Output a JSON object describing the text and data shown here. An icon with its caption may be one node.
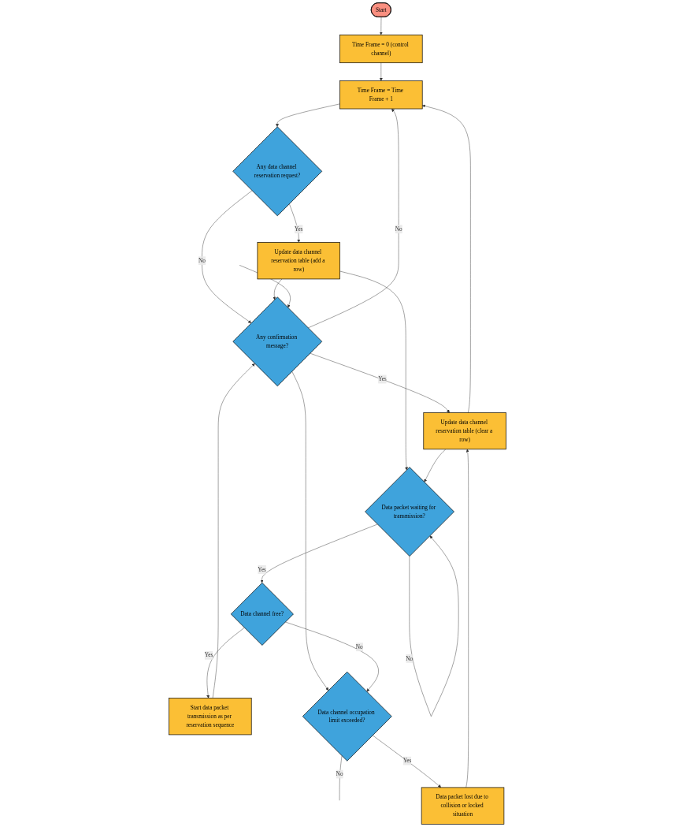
{
  "diagram": {
    "nodes": [
      {
        "text": [
          "Start"
        ]
      },
      {
        "text": [
          "Time Frame = 0 (control channel)"
        ]
      },
      {
        "text": [
          "Time Frame = Time Frame + 1"
        ]
      },
      {
        "text": [
          "Any data channel reservation request?"
        ]
      },
      {
        "text": [
          "Update data channel reservation table (add a row)"
        ]
      },
      {
        "text": [
          "Any confirmation message?"
        ]
      },
      {
        "text": [
          "Update data channel reservation table (clear a row)"
        ]
      },
      {
        "text": [
          "Data packet waiting for transmission?"
        ]
      },
      {
        "text": [
          "Data channel free?"
        ]
      },
      {
        "text": [
          "Start data packet transmission as per reservation sequence"
        ]
      },
      {
        "text": [
          "Data channel occupation limit exceeded?"
        ]
      },
      {
        "text": [
          "Data packet lost due to collision or locked situation"
        ]
      }
    ],
    "edges": [
      {
        "from": 0,
        "to": 1,
        "arrow": "to"
      },
      {
        "from": 1,
        "to": 2,
        "arrow": "to"
      },
      {
        "from": 2,
        "to": 3,
        "arrow": "to"
      },
      {
        "from": 3,
        "to": 4,
        "arrow": "to",
        "label": "Yes"
      },
      {
        "from": 3,
        "to": 5,
        "arrow": "to",
        "label": "No"
      },
      {
        "from": 4,
        "to": 5,
        "arrow": "to"
      },
      {
        "from": 4,
        "to": 7,
        "arrow": "to"
      },
      {
        "from": 5,
        "to": 6,
        "arrow": "to",
        "label": "Yes"
      },
      {
        "from": 5,
        "to": 2,
        "arrow": "to",
        "label": "No"
      },
      {
        "from": 5,
        "to": 10,
        "arrow": "to"
      },
      {
        "from": 6,
        "to": 2,
        "arrow": "to"
      },
      {
        "from": 6,
        "to": 7,
        "arrow": "to"
      },
      {
        "from": 7,
        "to": 7,
        "arrow": "to",
        "label": "No"
      },
      {
        "from": 7,
        "to": 8,
        "arrow": "to",
        "label": "Yes"
      },
      {
        "from": 8,
        "to": 9,
        "arrow": "to",
        "label": "Yes"
      },
      {
        "from": 8,
        "to": 10,
        "arrow": "to",
        "label": "No"
      },
      {
        "from": 9,
        "to": 5,
        "arrow": "to"
      },
      {
        "from": 10,
        "to": null,
        "arrow": "none",
        "label": "No"
      },
      {
        "from": 10,
        "to": 11,
        "arrow": "to",
        "label": "Yes"
      },
      {
        "from": 11,
        "to": 6,
        "arrow": "to"
      },
      {
        "from": null,
        "to": 5,
        "arrow": "to"
      }
    ]
  }
}
